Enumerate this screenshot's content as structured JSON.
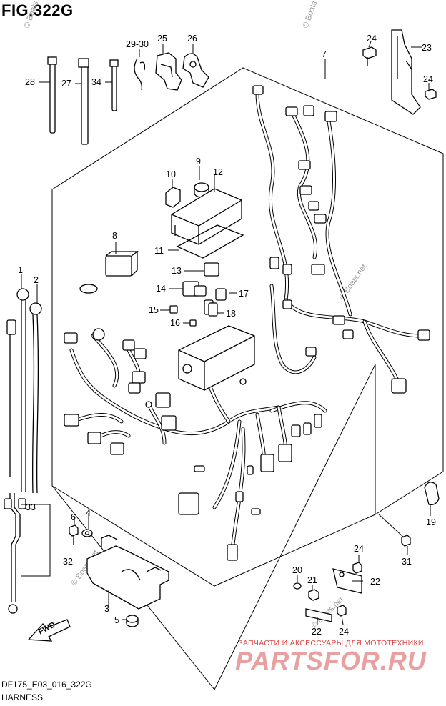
{
  "figure": {
    "title": "FIG.322G"
  },
  "callouts": [
    "1",
    "2",
    "3",
    "4",
    "5",
    "6",
    "7",
    "8",
    "9",
    "10",
    "11",
    "12",
    "13",
    "14",
    "15",
    "16",
    "17",
    "18",
    "19",
    "20",
    "21",
    "22",
    "22",
    "22",
    "23",
    "24",
    "24",
    "24",
    "24",
    "24",
    "25",
    "26",
    "27",
    "28",
    "29-30",
    "31",
    "32",
    "33",
    "34"
  ],
  "watermark": {
    "text": "© Boats.net"
  },
  "fwd_label": "FWD",
  "brand": {
    "tagline": "ЗАПЧАСТИ И АКСЕССУАРЫ ДЛЯ МОТОТЕХНИКИ",
    "name": "PARTSFOR.RU"
  },
  "footer": {
    "code": "DF175_E03_016_322G",
    "caption": "HARNESS"
  }
}
